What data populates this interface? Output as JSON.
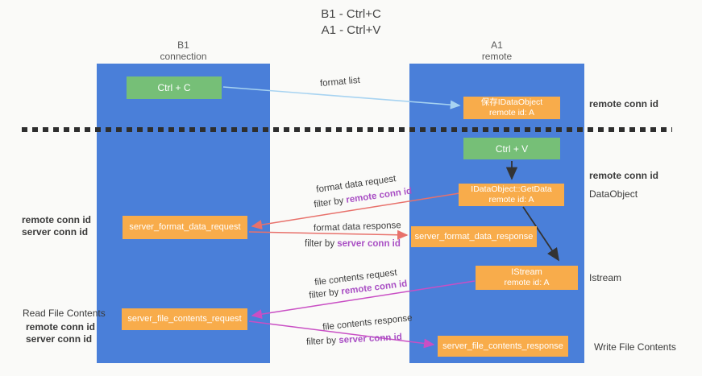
{
  "title": {
    "line1": "B1 - Ctrl+C",
    "line2": "A1 - Ctrl+V"
  },
  "lanes": {
    "left": {
      "title": "B1",
      "subtitle": "connection"
    },
    "right": {
      "title": "A1",
      "subtitle": "remote"
    }
  },
  "nodes": {
    "ctrl_c": {
      "label": "Ctrl + C"
    },
    "save_dataobject": {
      "line1": "保存IDataObject",
      "line2": "remote id: A"
    },
    "ctrl_v": {
      "label": "Ctrl + V"
    },
    "getdata": {
      "line1": "IDataObject::GetData",
      "line2": "remote id: A"
    },
    "format_request": {
      "label": "server_format_data_request"
    },
    "format_response": {
      "label": "server_format_data_response"
    },
    "istream": {
      "line1": "IStream",
      "line2": "remote id: A"
    },
    "file_request": {
      "label": "server_file_contents_request"
    },
    "file_response": {
      "label": "server_file_contents_response"
    }
  },
  "edge_labels": {
    "format_list": "format list",
    "format_data_request": "format data request",
    "format_data_response": "format data response",
    "file_contents_request": "file contents request",
    "file_contents_response": "file contents response",
    "filter_by": "filter by ",
    "remote_conn_id": "remote conn id",
    "server_conn_id": "server conn id"
  },
  "margin_labels": {
    "remote_conn_id": "remote conn id",
    "server_conn_id": "server conn id",
    "read_file_contents": "Read File Contents",
    "write_file_contents": "Write File Contents",
    "dataobject": "DataObject",
    "istream": "Istream"
  },
  "colors": {
    "lane_blue": "#4A7FD9",
    "node_orange": "#F8AC4B",
    "node_green": "#76BF77",
    "arrow_red": "#E8716B",
    "arrow_magenta": "#C94FC4",
    "arrow_lightblue": "#A7D3F1",
    "arrow_black": "#333333",
    "text_purple": "#A94FC4",
    "text_green": "#58B868",
    "divider_dash": "#2E2E2E",
    "background": "#FAFAF8"
  }
}
